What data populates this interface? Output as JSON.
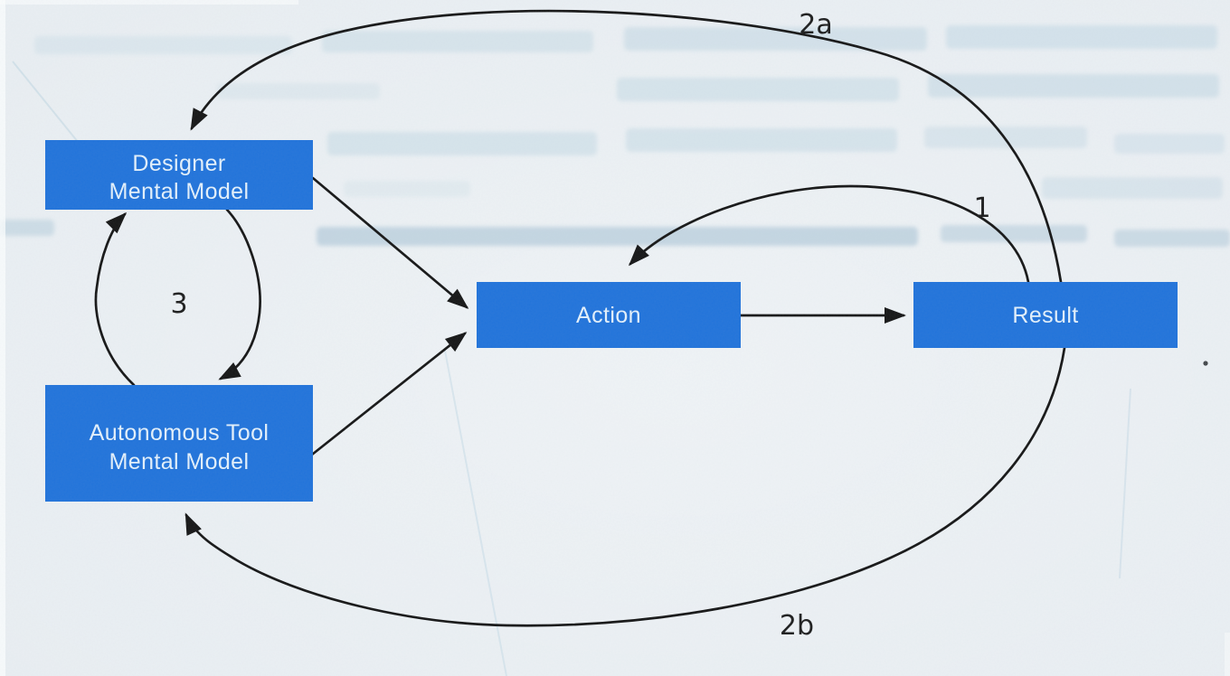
{
  "nodes": {
    "designer": {
      "line1": "Designer",
      "line2": "Mental Model"
    },
    "autonomous_tool": {
      "line1": "Autonomous Tool",
      "line2": "Mental Model"
    },
    "action": {
      "label": "Action"
    },
    "result": {
      "label": "Result"
    }
  },
  "edge_labels": {
    "result_to_action": "1",
    "result_to_designer": "2a",
    "result_to_autonomous_tool": "2b",
    "designer_autonomous_loop": "3"
  },
  "arrows": [
    {
      "from": "designer_mental_model",
      "to": "action",
      "label": ""
    },
    {
      "from": "autonomous_tool_mental_model",
      "to": "action",
      "label": ""
    },
    {
      "from": "action",
      "to": "result",
      "label": ""
    },
    {
      "from": "result",
      "to": "action",
      "label": "1"
    },
    {
      "from": "result",
      "to": "designer_mental_model",
      "label": "2a"
    },
    {
      "from": "result",
      "to": "autonomous_tool_mental_model",
      "label": "2b"
    },
    {
      "from": "designer_mental_model",
      "to": "autonomous_tool_mental_model",
      "label": "3"
    },
    {
      "from": "autonomous_tool_mental_model",
      "to": "designer_mental_model",
      "label": "3"
    }
  ],
  "colors": {
    "paper": "#e9eef2",
    "node_fill": "#2173da",
    "node_text": "#e3f0fb",
    "arrow": "#161616",
    "label_text": "#1d1d1d",
    "ghost": "#bdd4e1",
    "ghost_dark": "#a3c0d2"
  }
}
